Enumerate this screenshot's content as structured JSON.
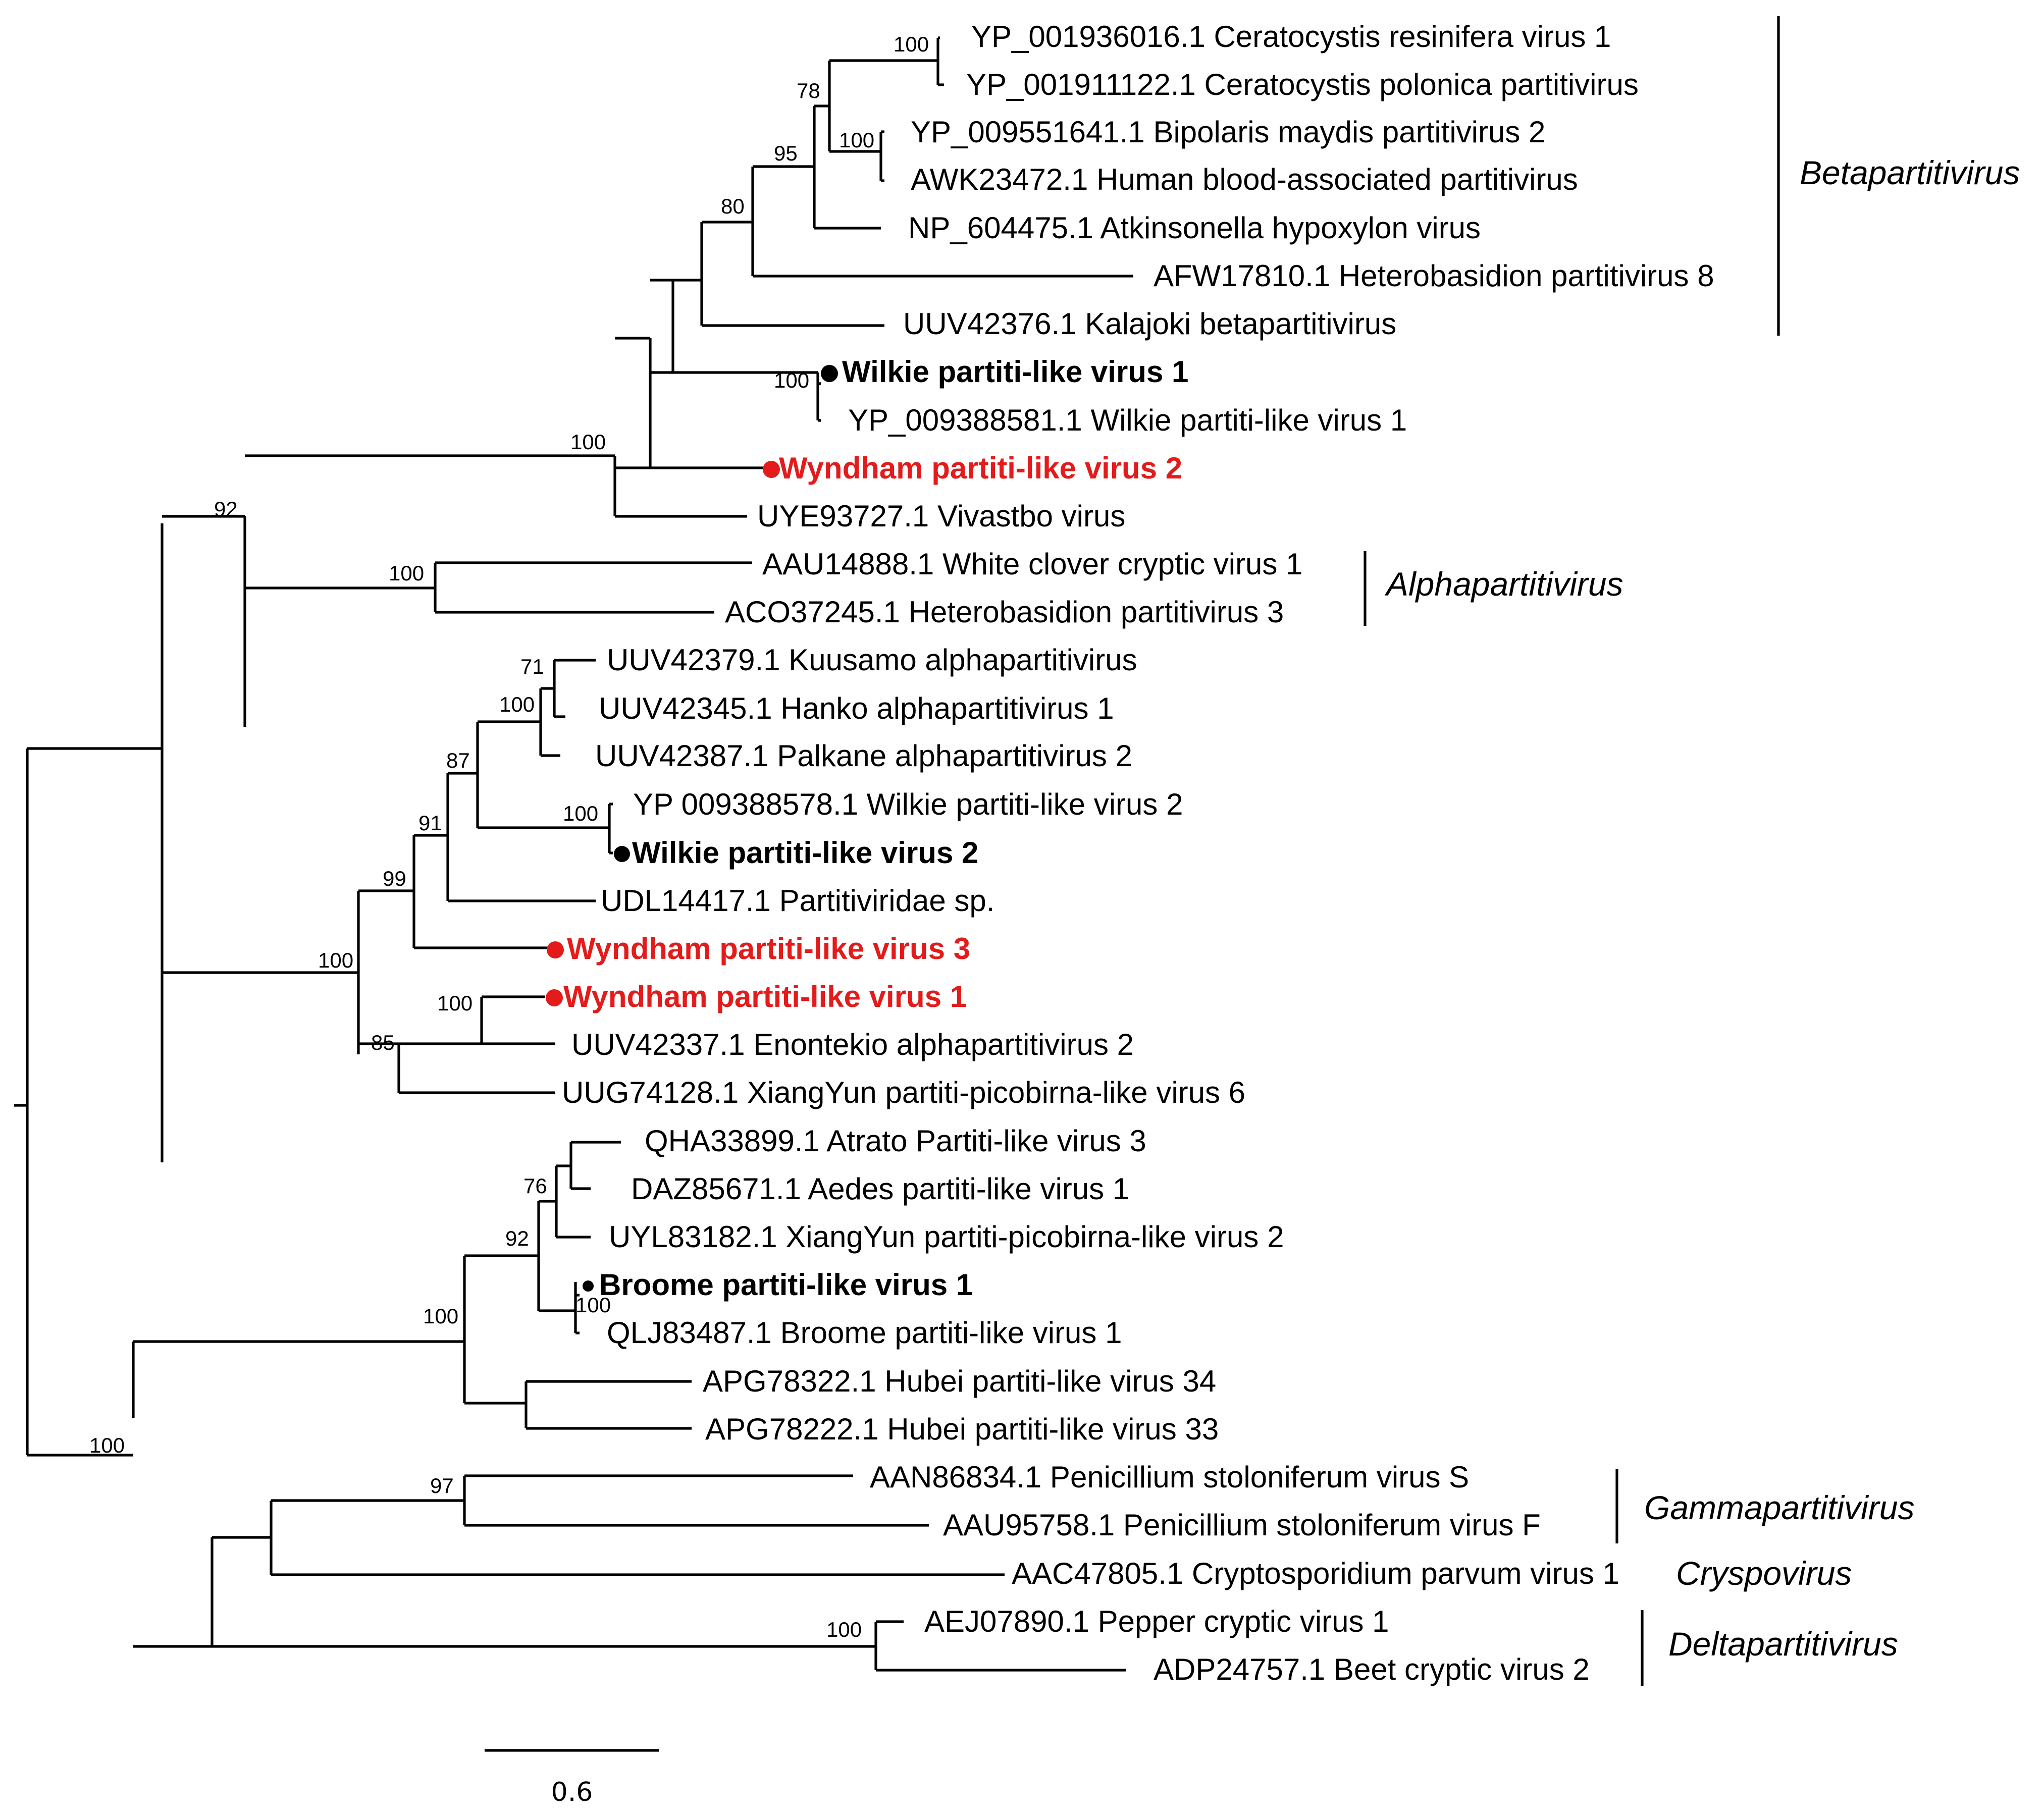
{
  "colors": {
    "line": "#000000",
    "highlight": "#e31b1b"
  },
  "tips": [
    {
      "label": "YP_001936016.1 Ceratocystis resinifera virus 1"
    },
    {
      "label": "YP_001911122.1 Ceratocystis polonica partitivirus"
    },
    {
      "label": "YP_009551641.1 Bipolaris maydis partitivirus 2"
    },
    {
      "label": "AWK23472.1 Human blood-associated partitivirus"
    },
    {
      "label": "NP_604475.1 Atkinsonella hypoxylon virus"
    },
    {
      "label": "AFW17810.1 Heterobasidion partitivirus 8"
    },
    {
      "label": "UUV42376.1 Kalajoki betapartitivirus"
    },
    {
      "label": "Wilkie partiti-like virus 1",
      "style": "bold",
      "dot": "black"
    },
    {
      "label": "YP_009388581.1 Wilkie partiti-like virus 1"
    },
    {
      "label": "Wyndham partiti-like virus 2",
      "style": "red",
      "dot": "red"
    },
    {
      "label": "UYE93727.1 Vivastbo virus"
    },
    {
      "label": "AAU14888.1 White clover cryptic virus 1"
    },
    {
      "label": "ACO37245.1 Heterobasidion partitivirus 3"
    },
    {
      "label": "UUV42379.1 Kuusamo alphapartitivirus"
    },
    {
      "label": "UUV42345.1 Hanko alphapartitivirus 1"
    },
    {
      "label": "UUV42387.1 Palkane alphapartitivirus 2"
    },
    {
      "label": "YP 009388578.1 Wilkie partiti-like virus 2"
    },
    {
      "label": "Wilkie partiti-like virus 2",
      "style": "bold",
      "dot": "black"
    },
    {
      "label": "UDL14417.1 Partitiviridae sp."
    },
    {
      "label": "Wyndham partiti-like virus 3",
      "style": "red",
      "dot": "red"
    },
    {
      "label": "Wyndham partiti-like virus 1",
      "style": "red",
      "dot": "red"
    },
    {
      "label": "UUV42337.1 Enontekio alphapartitivirus 2"
    },
    {
      "label": "UUG74128.1 XiangYun partiti-picobirna-like virus 6"
    },
    {
      "label": "QHA33899.1 Atrato Partiti-like virus 3"
    },
    {
      "label": "DAZ85671.1 Aedes partiti-like virus 1"
    },
    {
      "label": "UYL83182.1 XiangYun partiti-picobirna-like virus 2"
    },
    {
      "label": "Broome partiti-like virus 1",
      "style": "bold",
      "dot": "black"
    },
    {
      "label": "QLJ83487.1 Broome partiti-like virus 1"
    },
    {
      "label": "APG78322.1 Hubei partiti-like virus 34"
    },
    {
      "label": "APG78222.1 Hubei partiti-like virus 33"
    },
    {
      "label": "AAN86834.1 Penicillium stoloniferum virus S"
    },
    {
      "label": "AAU95758.1 Penicillium stoloniferum virus F"
    },
    {
      "label": "AAC47805.1 Cryptosporidium parvum virus 1"
    },
    {
      "label": "AEJ07890.1 Pepper cryptic virus 1"
    },
    {
      "label": "ADP24757.1 Beet cryptic virus 2"
    }
  ],
  "bootstrap": [
    "100",
    "78",
    "100",
    "95",
    "80",
    "100",
    "100",
    "92",
    "100",
    "71",
    "100",
    "87",
    "100",
    "91",
    "99",
    "100",
    "100",
    "85",
    "76",
    "92",
    "100",
    "100",
    "100",
    "97",
    "100"
  ],
  "genera": [
    "Betapartitivirus",
    "Alphapartitivirus",
    "Gammapartitivirus",
    "Cryspovirus",
    "Deltapartitivirus"
  ],
  "scale_bar": {
    "label": "0.6"
  }
}
